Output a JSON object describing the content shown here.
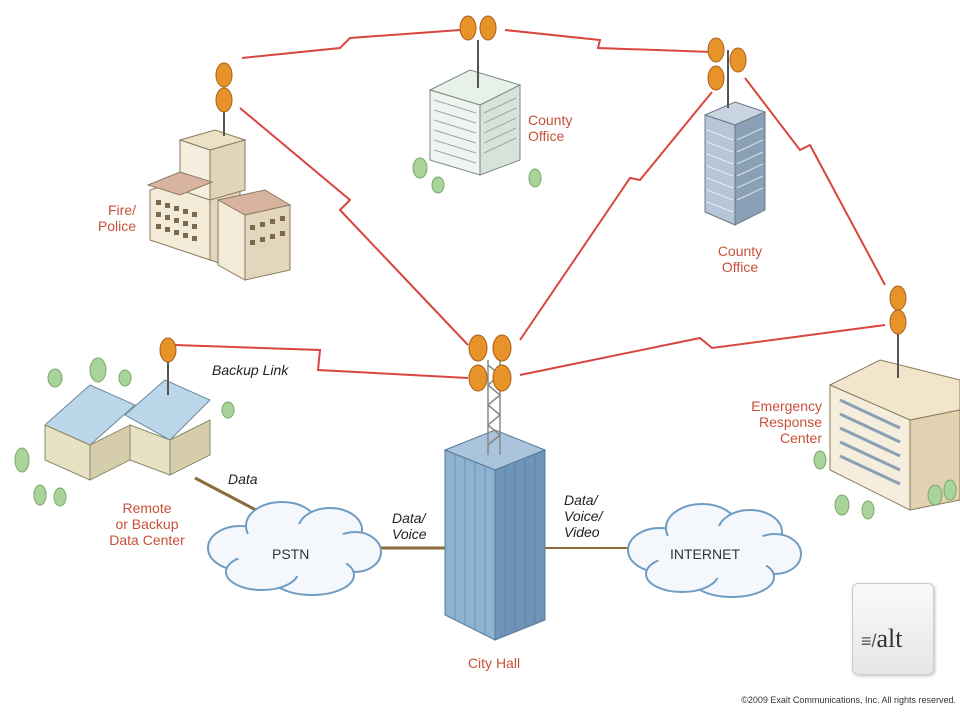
{
  "labels": {
    "fire_police": "Fire/\nPolice",
    "county_office_top": "County\nOffice",
    "county_office_right": "County\nOffice",
    "emergency_center": "Emergency\nResponse\nCenter",
    "remote_center": "Remote\nor Backup\nData Center",
    "city_hall": "City Hall"
  },
  "links": {
    "backup": "Backup Link",
    "data": "Data",
    "data_voice": "Data/\nVoice",
    "data_voice_video": "Data/\nVoice/\nVideo"
  },
  "clouds": {
    "pstn": "PSTN",
    "internet": "INTERNET"
  },
  "logo": {
    "text": "alt"
  },
  "copyright": "©2009 Exalt Communications, Inc. All rights reserved.",
  "colors": {
    "wireless_link": "#d9463f",
    "wired_link": "#8a6d3b",
    "label": "#c8503a",
    "dish": "#e8922a"
  }
}
